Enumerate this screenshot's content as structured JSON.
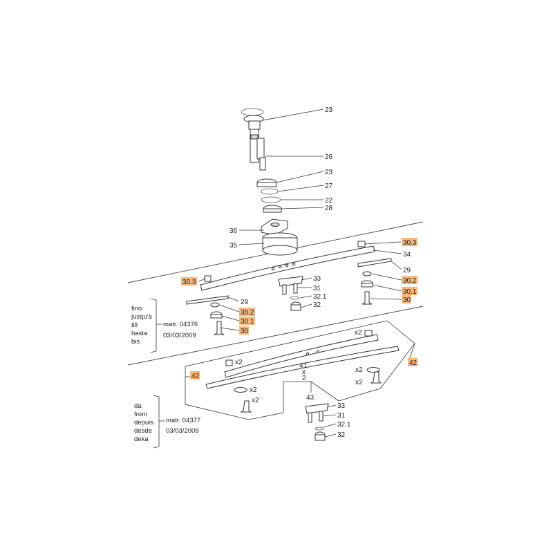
{
  "callouts": {
    "c23a": "23",
    "c26": "26",
    "c23b": "23",
    "c27": "27",
    "c22": "22",
    "c28": "28",
    "c36": "36",
    "c35": "35",
    "c30_3a": "30.3",
    "c34": "34",
    "c29a": "29",
    "c30_2a": "30.2",
    "c30_1a": "30.1",
    "c30a": "30",
    "c30_3b": "30.3",
    "c33a": "33",
    "c31a": "31",
    "c32_1a": "32.1",
    "c32a": "32",
    "c29b": "29",
    "c30_2b": "30.2",
    "c30_1b": "30.1",
    "c30b": "30",
    "c42a": "42",
    "c42b": "42",
    "c41": "41",
    "c43": "43",
    "c33b": "33",
    "c31b": "31",
    "c32_1b": "32.1",
    "c32b": "32"
  },
  "multipliers": {
    "m1": "x2",
    "m2": "x2",
    "m3": "x2",
    "m4": "x2",
    "m5": "x2",
    "m6": "x2",
    "m41": "x",
    "m41b": "2"
  },
  "note_until": {
    "words": [
      "fino",
      "jusqu'a",
      "till",
      "hasta",
      "bis"
    ],
    "serial": "matr. 04376",
    "date": "03/03/2009"
  },
  "note_from": {
    "words": [
      "da",
      "from",
      "depuis",
      "desde",
      "deka"
    ],
    "serial": "matr. 04377",
    "date": "03/03/2009"
  },
  "colors": {
    "highlight": "#f7b77a",
    "line": "#333333"
  }
}
